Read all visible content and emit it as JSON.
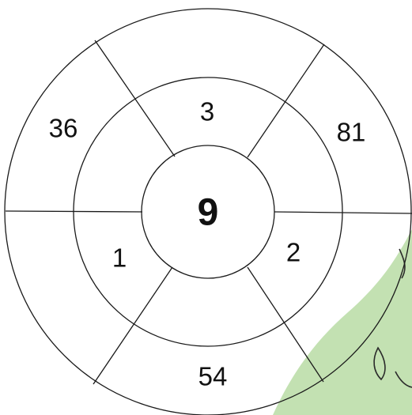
{
  "diagram": {
    "center": {
      "value": "9"
    },
    "middle_ring": {
      "top": "3",
      "right": "2",
      "left": "1"
    },
    "outer_ring": {
      "upper_left": "36",
      "upper_right": "81",
      "bottom": "54"
    }
  },
  "colors": {
    "line": "#1a1a1a",
    "background": "#ffffff",
    "decor_green": "#b9dca4"
  }
}
